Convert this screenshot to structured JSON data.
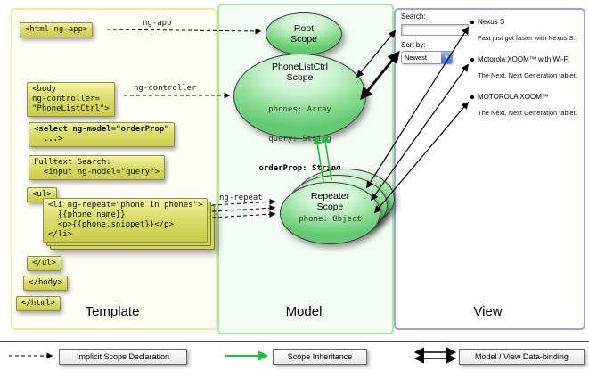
{
  "columns": {
    "template_label": "Template",
    "model_label": "Model",
    "view_label": "View"
  },
  "template": {
    "html_open": "<html ng-app>",
    "body_open": "<body\nng-controller=\n\"PhoneListCtrl\">",
    "select": "<select ng-model=\"orderProp\"\n  ...>",
    "fulltext": "Fulltext Search:\n  <input ng-model=\"query\">",
    "ul_open": "<ul>",
    "li_repeat": "<li ng-repeat=\"phone in phones\">\n  {{phone.name}}\n  <p>{{phone.snippet}}</p>\n</li>",
    "ul_close": "</ul>",
    "body_close": "</body>",
    "html_close": "</html>"
  },
  "arrow_labels": {
    "ng_app": "ng-app",
    "ng_controller": "ng-controller",
    "ng_repeat": "ng-repeat"
  },
  "model": {
    "root_scope_title": "Root\nScope",
    "phonelist_title": "PhoneListCtrl\nScope",
    "phonelist_props": [
      "phones: Array",
      "query: String",
      "orderProp: String"
    ],
    "repeater_title": "Repeater\nScope",
    "repeater_prop": "phone: Object"
  },
  "view": {
    "search_label": "Search:",
    "sort_label": "Sort by:",
    "sort_value": "Newest",
    "items": [
      {
        "name": "Nexus S",
        "desc": "Fast just got faster with Nexus S."
      },
      {
        "name": "Motorola XOOM™ with Wi-Fi",
        "desc": "The Next, Next Generation tablet."
      },
      {
        "name": "MOTOROLA XOOM™",
        "desc": "The Next, Next Generation tablet."
      }
    ]
  },
  "legend": {
    "implicit": "Implicit Scope Declaration",
    "inheritance": "Scope Inheritance",
    "databinding": "Model / View Data-binding"
  },
  "colors": {
    "scope_green": "#8adc92",
    "code_yellow": "#dade6c",
    "inheritance_green": "#1fbf3c",
    "template_border": "#efec9a",
    "model_border": "#a6eca6",
    "view_border": "#a2a2dc"
  }
}
